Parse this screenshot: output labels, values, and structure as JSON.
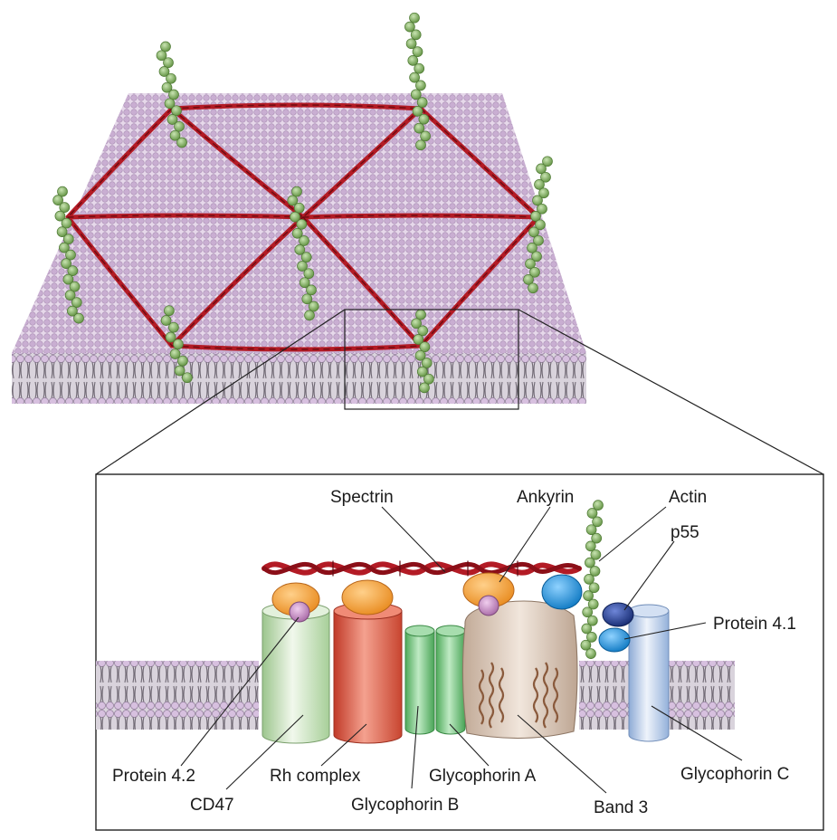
{
  "labels": {
    "spectrin": "Spectrin",
    "ankyrin": "Ankyrin",
    "actin": "Actin",
    "p55": "p55",
    "protein41": "Protein 4.1",
    "protein42": "Protein 4.2",
    "cd47": "CD47",
    "rh": "Rh complex",
    "glycoB": "Glycophorin B",
    "glycoA": "Glycophorin A",
    "band3": "Band 3",
    "glycoC": "Glycophorin C"
  },
  "colors": {
    "membrane": "#d9c6df",
    "lipid_head": "#c9aed2",
    "lipid_tail": "#77707a",
    "spectrin": "#b31b25",
    "actin": "#7ea85b",
    "ankyrin": "#f2a03a",
    "protein42": "#c48ac2",
    "cd47": "#cde3c2",
    "rh": "#d8533f",
    "glycophorin": "#5bbd6b",
    "band3": "#d8c3b1",
    "glycoC": "#a9c2e6",
    "actin_cap": "#1f8fd6",
    "p55": "#1f3f9a",
    "protein41": "#2b9ee0"
  }
}
